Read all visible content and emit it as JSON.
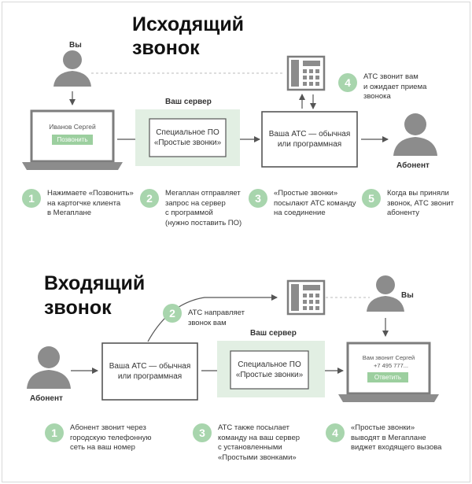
{
  "outgoing": {
    "title_line1": "Исходящий",
    "title_line2": "звонок",
    "you_label": "Вы",
    "server_label": "Ваш сервер",
    "subscriber_label": "Абонент",
    "laptop_name": "Иванов Сергей",
    "call_button": "Позвонить",
    "software_box_line1": "Специальное ПО",
    "software_box_line2": "«Простые звонки»",
    "pbx_box_line1": "Ваша АТС — обычная",
    "pbx_box_line2": "или программная",
    "steps": [
      {
        "num": "1",
        "text": "Нажимаете «Позвонить»\nна картогчке клиента\nв Мегаплане"
      },
      {
        "num": "2",
        "text": "Мегаплан отправляет\nзапрос на сервер\nс программой\n(нужно поставить ПО)"
      },
      {
        "num": "3",
        "text": "«Простые звонки»\nпосылают АТС команду\nна соединение"
      },
      {
        "num": "4",
        "text": "АТС звонит вам\nи ожидает приема\nзвонока"
      },
      {
        "num": "5",
        "text": "Когда вы приняли\nзвонок, АТС звонит\nабоненту"
      }
    ]
  },
  "incoming": {
    "title_line1": "Входящий",
    "title_line2": "звонок",
    "you_label": "Вы",
    "server_label": "Ваш сервер",
    "subscriber_label": "Абонент",
    "pbx_box_line1": "Ваша АТС — обычная",
    "pbx_box_line2": "или программная",
    "software_box_line1": "Специальное ПО",
    "software_box_line2": "«Простые звонки»",
    "laptop_line1": "Вам звонит Сергей",
    "laptop_line2": "+7 495 777...",
    "answer_button": "Ответить",
    "steps": [
      {
        "num": "1",
        "text": "Абонент звонит через\nгородскую телефонную\nсеть на ваш номер"
      },
      {
        "num": "2",
        "text": "АТС направляет\nзвонок вам"
      },
      {
        "num": "3",
        "text": "АТС также посылает\nкоманду на ваш сервер\nс установленными\n«Простыми звонками»"
      },
      {
        "num": "4",
        "text": "«Простые звонки»\nвыводят в Мегаплане\nвиджет входящего вызова"
      }
    ]
  },
  "colors": {
    "accent_green": "#a8d5ad",
    "server_bg": "#e2efe3",
    "icon_gray": "#8c8c8c",
    "box_border": "#555555"
  }
}
